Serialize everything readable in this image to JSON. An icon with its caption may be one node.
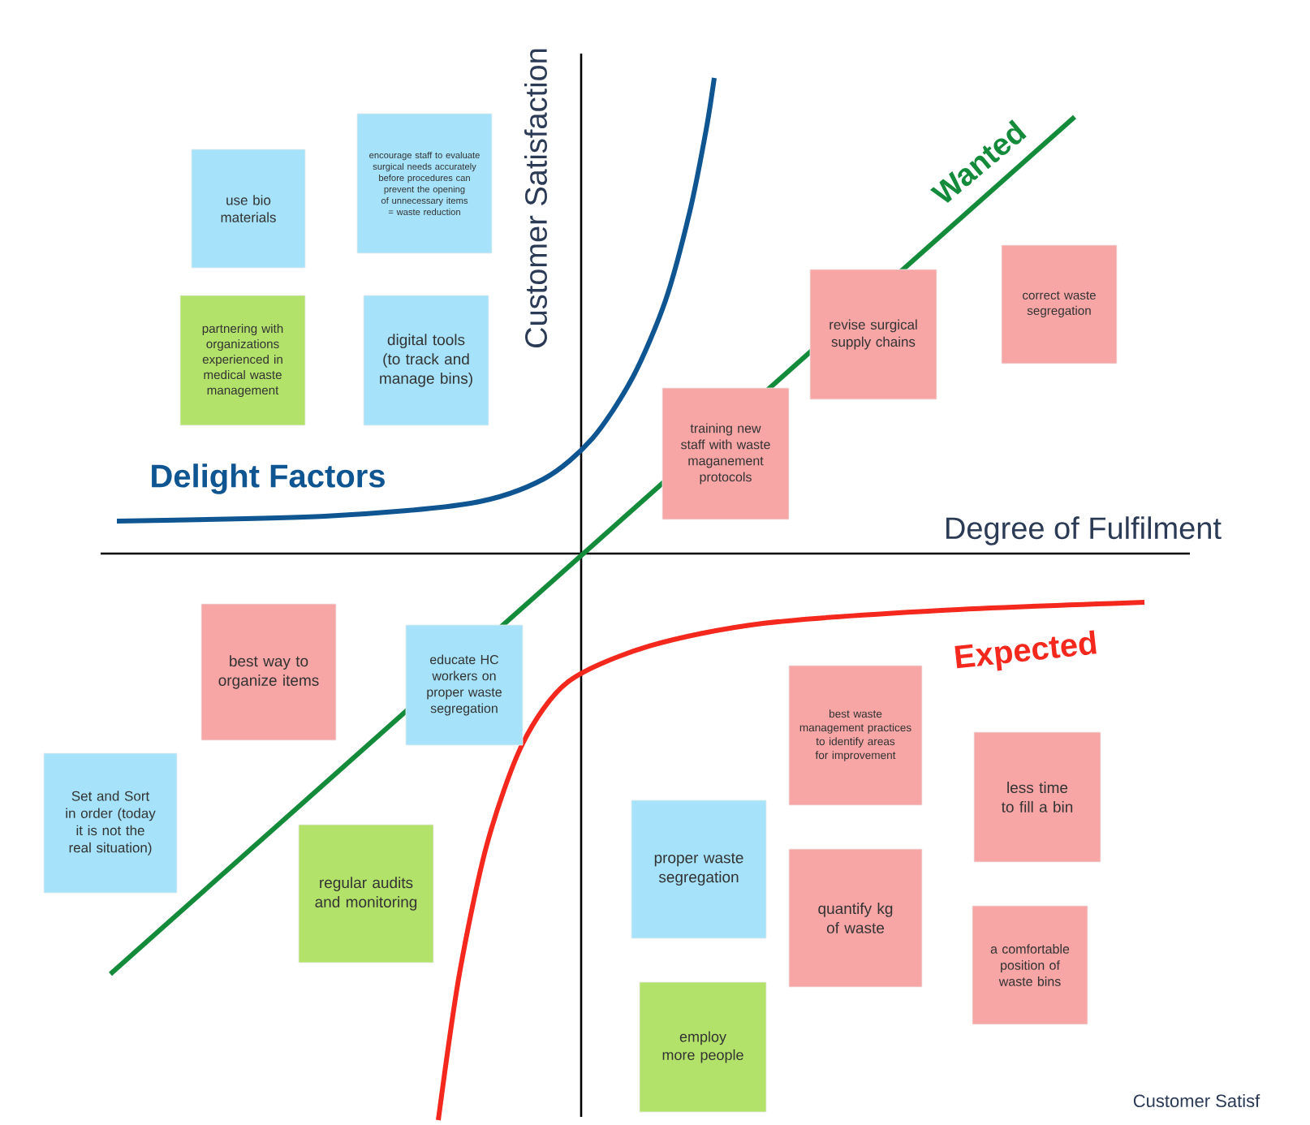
{
  "diagram": {
    "nodes": [
      {
        "text": [
          "use bio materials"
        ]
      },
      {
        "text": [
          "encourage staff to evaluate surgical needs accurately before procedures can prevent the opening of unnecessary items = waste reduction"
        ]
      },
      {
        "text": [
          "partnering with organizations experienced in medical waste management"
        ]
      },
      {
        "text": [
          "digital tools (to track and manage bins)"
        ]
      },
      {
        "text": [
          "revise surgical supply chains"
        ]
      },
      {
        "text": [
          "correct waste segregation"
        ]
      },
      {
        "text": [
          "training new staff with waste maganement protocols"
        ]
      },
      {
        "text": [
          "best way to organize items"
        ]
      },
      {
        "text": [
          "educate HC workers on proper waste segregation"
        ]
      },
      {
        "text": [
          "Set and Sort in order (today it is not the real situation)"
        ]
      },
      {
        "text": [
          "regular audits and monitoring"
        ]
      },
      {
        "text": [
          "best waste management practices to identify areas for improvement"
        ]
      },
      {
        "text": [
          "less time to fill a bin"
        ]
      },
      {
        "text": [
          "proper waste segregation"
        ]
      },
      {
        "text": [
          "quantify kg of waste"
        ]
      },
      {
        "text": [
          "a comfortable position  of waste bins"
        ]
      },
      {
        "text": [
          "employ more people"
        ]
      }
    ],
    "edges": [],
    "labels": [
      "Customer Satisfaction",
      "Wanted",
      "Delight Factors",
      "Degree of Fulfilment",
      "Expected",
      "Customer Satisf"
    ]
  }
}
